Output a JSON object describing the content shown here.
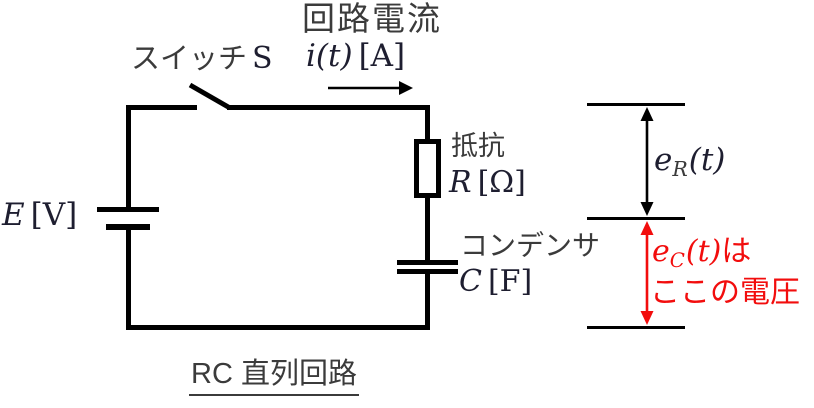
{
  "colors": {
    "wire": "#000000",
    "label_text": "#3b3b3b",
    "math_text": "#1e1e30",
    "accent_red": "#f20d0d"
  },
  "diagram": {
    "caption": "RC 直列回路",
    "switch": {
      "kanji": "スイッチ",
      "symbol": "S"
    },
    "current": {
      "kanji": "回路電流",
      "symbol": "i(t)",
      "unit": "[A]"
    },
    "source": {
      "symbol": "E",
      "unit": "[V]"
    },
    "resistor": {
      "kanji": "抵抗",
      "symbol": "R",
      "unit": "[Ω]"
    },
    "capacitor": {
      "kanji": "コンデンサ",
      "symbol": "C",
      "unit": "[F]"
    },
    "voltage_r": {
      "base": "e",
      "sub": "R",
      "args": "(t)"
    },
    "voltage_c": {
      "base": "e",
      "sub": "C",
      "args": "(t)",
      "suffix": "は",
      "note": "ここの電圧"
    }
  }
}
